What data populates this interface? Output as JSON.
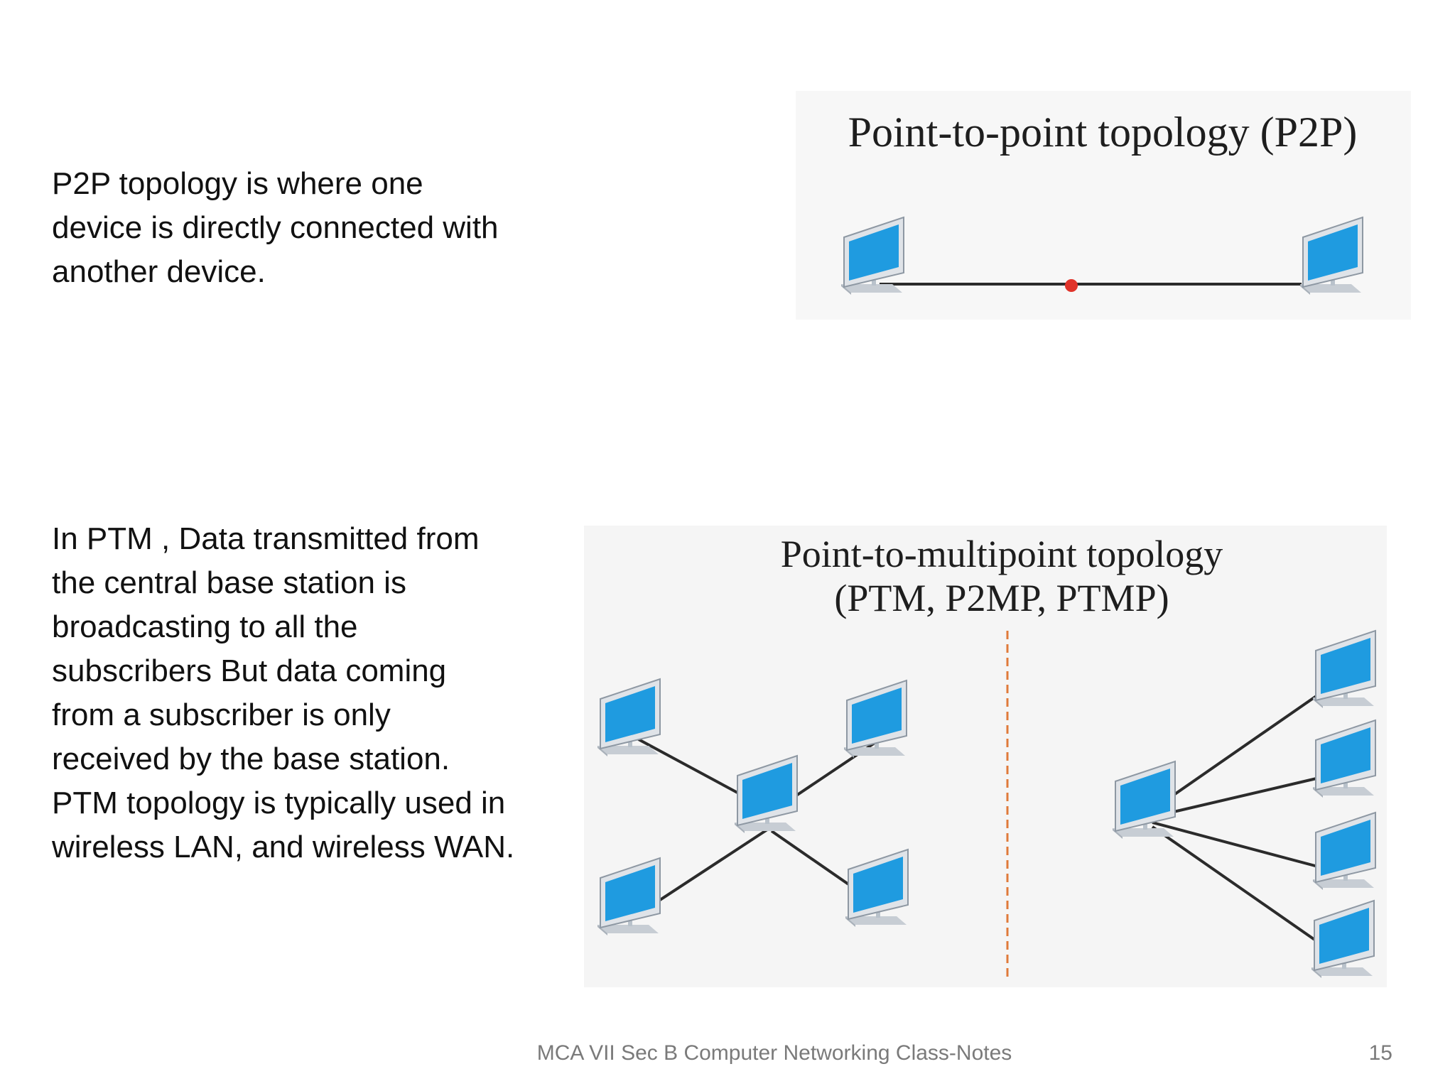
{
  "p2p": {
    "text_lines": [
      "P2P topology is where one",
      "device is directly connected with",
      "another device."
    ],
    "figure_title": "Point-to-point topology (P2P)"
  },
  "ptm": {
    "text_lines": [
      "In PTM , Data  transmitted from",
      "the central base station is",
      "broadcasting to all the",
      "subscribers But data coming",
      "from a subscriber is only",
      "received by the base station.",
      "PTM topology is typically used in",
      "wireless LAN, and  wireless WAN."
    ],
    "figure_title_line1": "Point-to-multipoint topology",
    "figure_title_line2": "(PTM, P2MP, PTMP)"
  },
  "footer": {
    "text": "MCA  VII Sec B Computer Networking  Class-Notes",
    "page_number": "15"
  },
  "colors": {
    "screen": "#1f9be0",
    "line": "#2b2b2b",
    "center_dot": "#e0332a",
    "divider": "#e07a3a"
  }
}
